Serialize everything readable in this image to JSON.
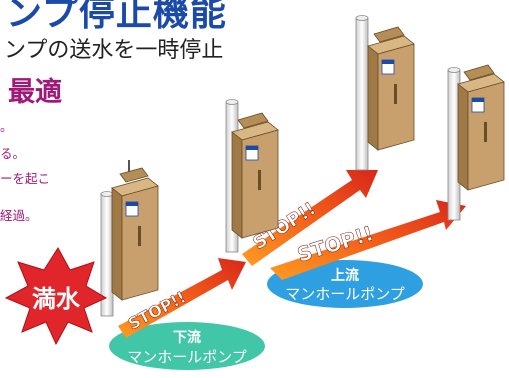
{
  "text": {
    "title": "ンプ停止機能",
    "subtitle": "ンプの送水を一時停止",
    "heading": "最適",
    "bullets": [
      "。",
      "る。",
      "ーを起こ",
      "経過。"
    ]
  },
  "labels": {
    "overflow": "満水",
    "stop": "STOP!!",
    "downstream_line1": "下流",
    "downstream_line2": "マンホールポンプ",
    "upstream_line1": "上流",
    "upstream_line2": "マンホールポンプ"
  },
  "colors": {
    "blue": "#1b4aa8",
    "magenta": "#a0197a",
    "cabinet": "#c8a06e",
    "cabinet_dark": "#8c6a3c",
    "arrow_red": "#e8371c",
    "arrow_orange": "#ff9b22",
    "green_ellipse": "#42c6a8",
    "blue_ellipse": "#2e9fe0"
  }
}
